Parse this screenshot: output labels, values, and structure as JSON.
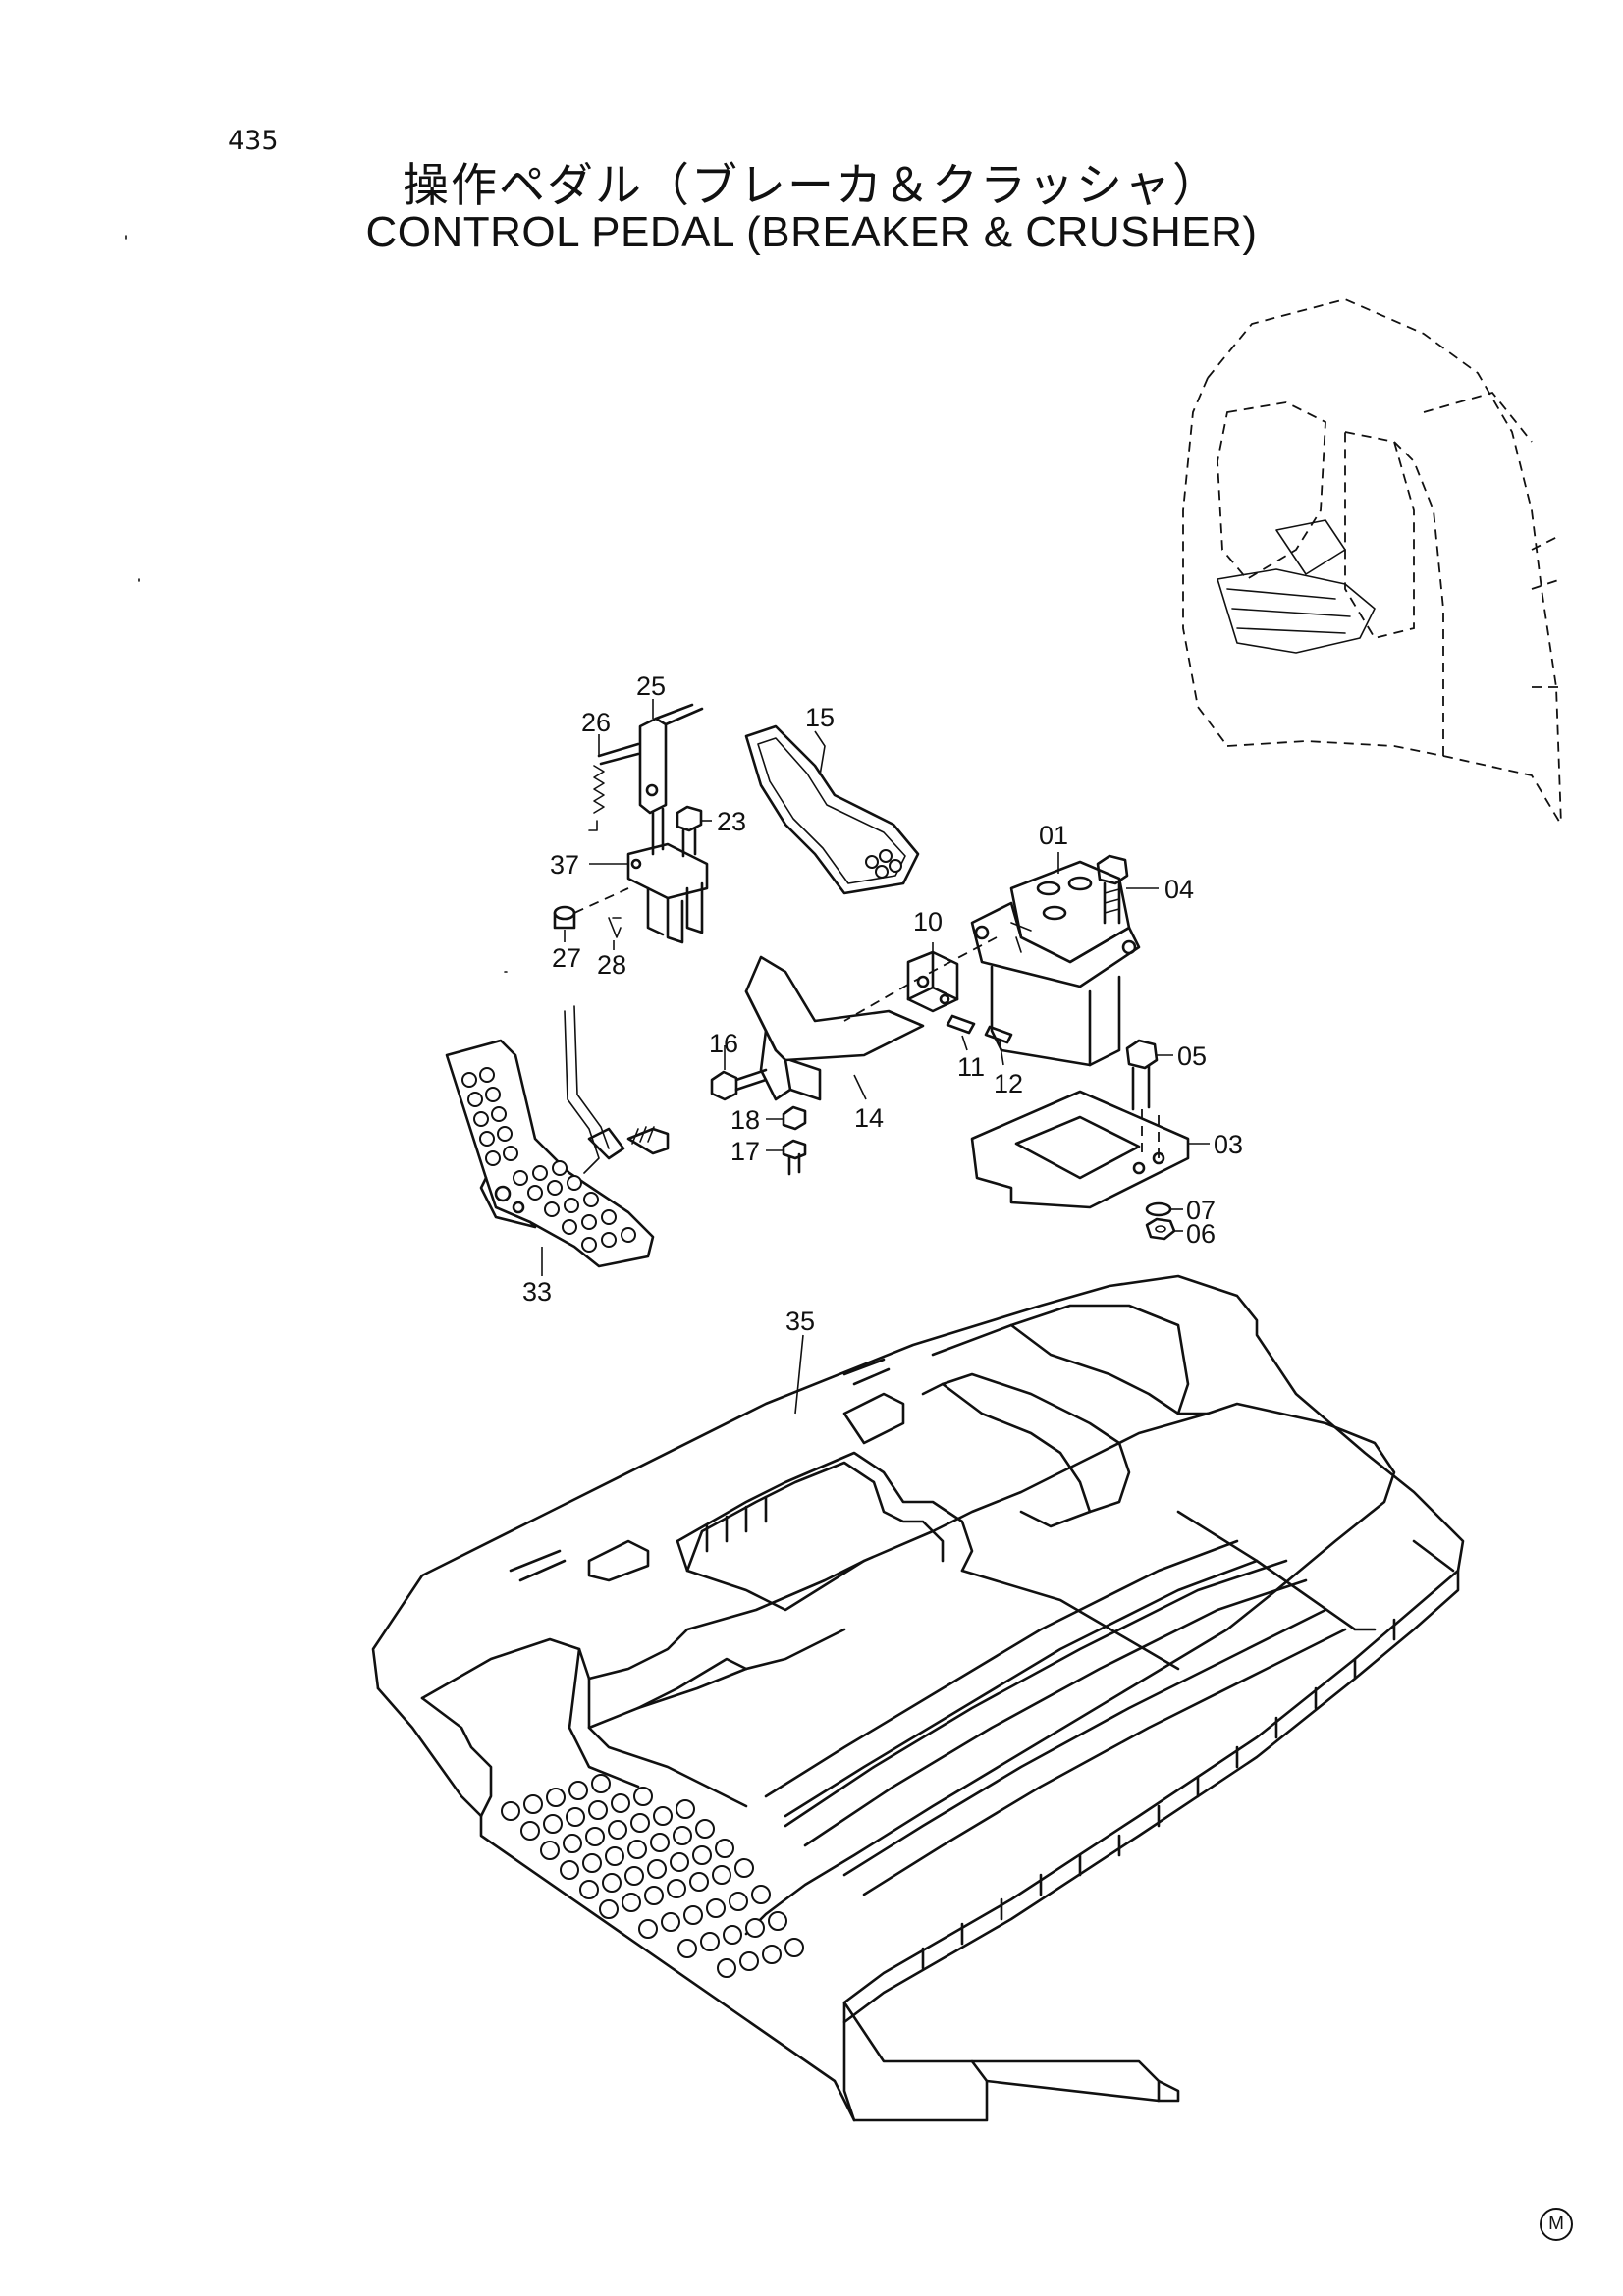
{
  "page": {
    "number": "435",
    "title_ja": "操作ペダル（ブレーカ＆クラッシャ）",
    "title_en": "CONTROL  PEDAL  (BREAKER & CRUSHER)",
    "maker_mark": "M"
  },
  "callouts": {
    "p01": "01",
    "p03": "03",
    "p04": "04",
    "p05": "05",
    "p06": "06",
    "p07": "07",
    "p10": "10",
    "p11": "11",
    "p12": "12",
    "p14": "14",
    "p15": "15",
    "p16": "16",
    "p17": "17",
    "p18": "18",
    "p23": "23",
    "p25": "25",
    "p26": "26",
    "p27": "27",
    "p28": "28",
    "p33": "33",
    "p35": "35",
    "p37": "37"
  },
  "icons": {
    "locator": "excavator-cab-locator-icon",
    "maker": "maker-circle-m-icon"
  }
}
